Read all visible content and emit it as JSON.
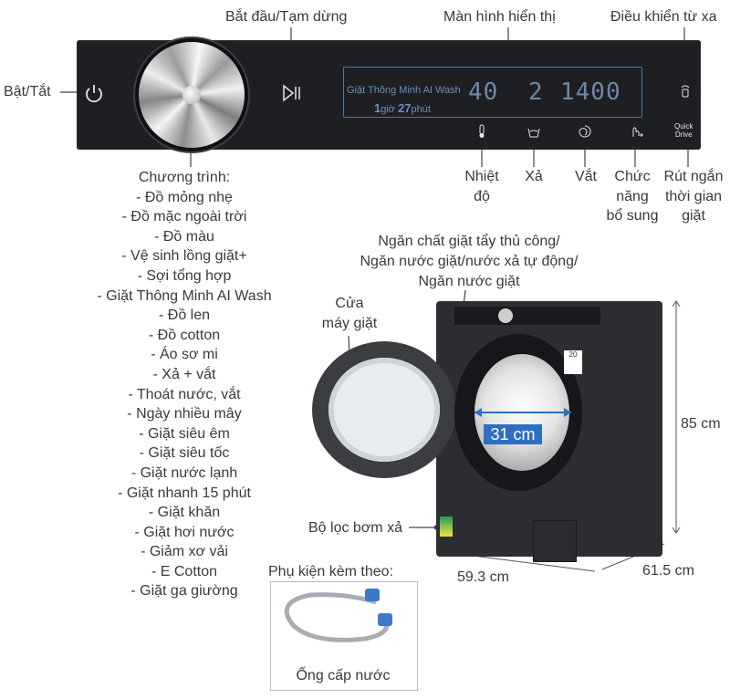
{
  "labels": {
    "start_pause": "Bắt đầu/Tạm dừng",
    "display": "Màn hình hiển thị",
    "remote": "Điều khiển từ xa",
    "power": "Bật/Tắt",
    "temperature": [
      "Nhiệt",
      "độ"
    ],
    "rinse": "Xả",
    "spin": "Vắt",
    "extra": [
      "Chức",
      "năng",
      "bổ sung"
    ],
    "shorten": [
      "Rút ngắn",
      "thời gian",
      "giặt"
    ],
    "compartment": [
      "Ngăn chất giặt tẩy thủ công/",
      "Ngăn nước giặt/nước xả tự động/",
      "Ngăn nước giặt"
    ],
    "door": [
      "Cửa",
      "máy giặt"
    ],
    "filter": "Bộ lọc bơm xả",
    "height": "85 cm",
    "width": "59.3 cm",
    "depth": "61.5 cm",
    "drum_diameter": "31 cm",
    "accessory_title": "Phụ kiện kèm theo:",
    "accessory_name": "Ống cấp nước"
  },
  "panel": {
    "display_program": "Giặt Thông Minh AI Wash",
    "display_time_h": "1",
    "display_time_h_unit": "giờ",
    "display_time_m": "27",
    "display_time_m_unit": "phút",
    "display_temp": "40",
    "display_rinse": "2",
    "display_spin": "1400",
    "quick_drive": [
      "Quick",
      "Drive"
    ],
    "energy_label": "20"
  },
  "programs_title": "Chương trình:",
  "programs": [
    "- Đồ mỏng nhẹ",
    "- Đồ mặc ngoài trời",
    "- Đồ màu",
    "- Vệ sinh lồng giặt+",
    "- Sợi tổng hợp",
    "- Giặt Thông Minh AI Wash",
    "- Đồ len",
    "- Đồ cotton",
    "- Áo sơ mi",
    "- Xả + vắt",
    "- Thoát nước, vắt",
    "- Ngày nhiều mây",
    "- Giặt siêu êm",
    "- Giặt siêu tốc",
    "- Giặt nước lạnh",
    "- Giặt nhanh 15 phút",
    "- Giặt khăn",
    "- Giặt hơi nước",
    "- Giảm xơ vải",
    "- E Cotton",
    "- Giặt ga giường"
  ],
  "colors": {
    "panel": "#1d1f22",
    "display": "#6d87ad",
    "accent": "#2f6fc1",
    "body": "#2c2e31"
  }
}
